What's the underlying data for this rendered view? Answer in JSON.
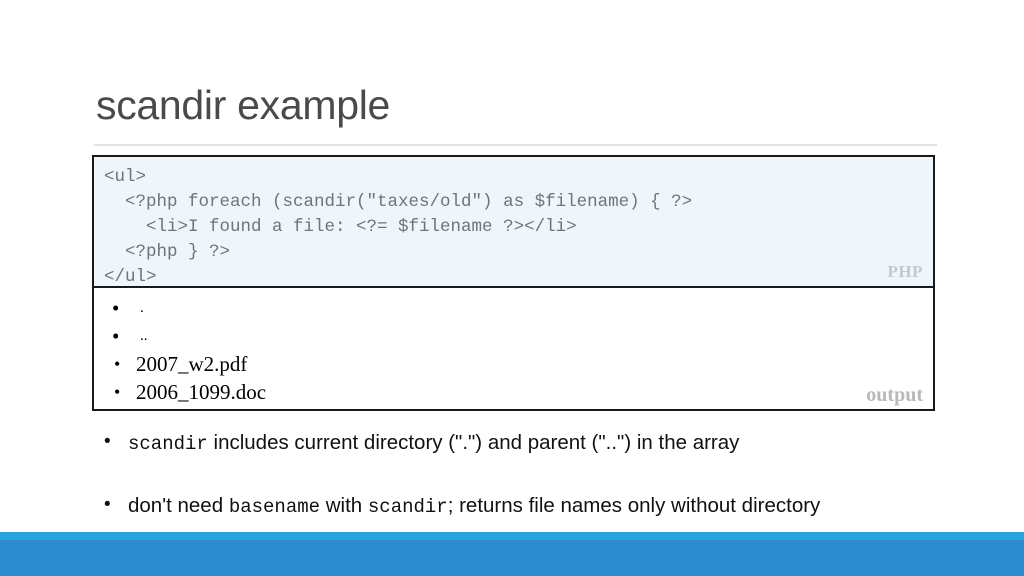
{
  "slide": {
    "title": "scandir example"
  },
  "code_block": {
    "language_badge": "PHP",
    "lines": [
      "<ul>",
      "  <?php foreach (scandir(\"taxes/old\") as $filename) { ?>",
      "    <li>I found a file: <?= $filename ?></li>",
      "  <?php } ?>",
      "</ul>"
    ]
  },
  "output_block": {
    "badge": "output",
    "items": [
      ".",
      "..",
      "2007_w2.pdf",
      "2006_1099.doc"
    ]
  },
  "notes": {
    "bullets": [
      {
        "parts": [
          {
            "text": "scandir",
            "mono": true
          },
          {
            "text": " includes current directory (\".\") and parent (\"..\") in the array",
            "mono": false
          }
        ]
      },
      {
        "parts": [
          {
            "text": "don't need ",
            "mono": false
          },
          {
            "text": "basename",
            "mono": true
          },
          {
            "text": " with ",
            "mono": false
          },
          {
            "text": "scandir",
            "mono": true
          },
          {
            "text": "; returns file names only without directory",
            "mono": false
          }
        ]
      }
    ]
  },
  "theme": {
    "accent_light": "#29a3e0",
    "accent_main": "#2a8ccd",
    "code_background": "#eef6fc",
    "code_text": "#6f7479",
    "badge_color": "#c2c9cf",
    "title_color": "#4a4a4a",
    "border_color": "#1a1a1a"
  }
}
